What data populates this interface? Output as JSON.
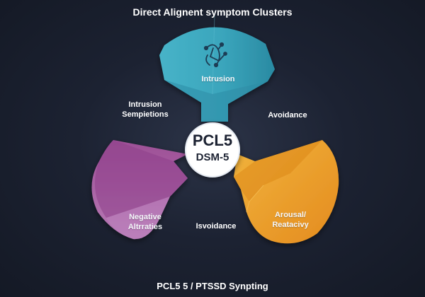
{
  "title": "Direct Alignent symptom Clusters",
  "footer": "PCL5 5 / PTSSD Synpting",
  "center": {
    "line1": "PCL5",
    "line2": "DSM-5"
  },
  "lobes": {
    "top": {
      "label": "Intrusion",
      "color": "#3ca7be"
    },
    "left": {
      "label_line1": "Negative",
      "label_line2": "Altrraties",
      "color": "#a85aa6"
    },
    "right": {
      "label_line1": "Arousal/",
      "label_line2": "Reatacivy",
      "color": "#eb9f2c"
    }
  },
  "side_labels": {
    "intrusion_sempietions": {
      "line1": "Intrusion",
      "line2": "Sempietions"
    },
    "avoidance": "Avoidance",
    "isvoidance": "Isvoidance"
  },
  "icons": {
    "top_lobe": "brain-network-icon"
  }
}
